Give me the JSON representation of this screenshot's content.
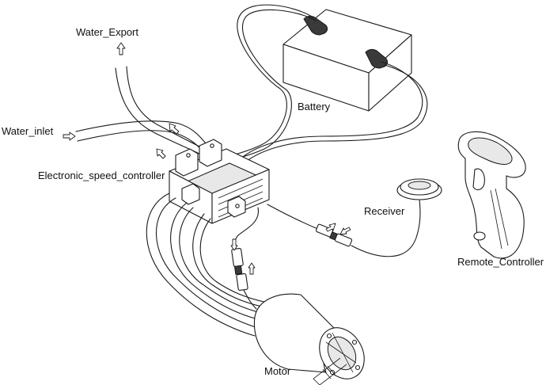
{
  "labels": {
    "water_export": "Water_Export",
    "water_inlet": "Water_inlet",
    "battery": "Battery",
    "esc": "Electronic_speed_controller",
    "receiver": "Receiver",
    "remote": "Remote_Controller",
    "motor": "Motor"
  }
}
